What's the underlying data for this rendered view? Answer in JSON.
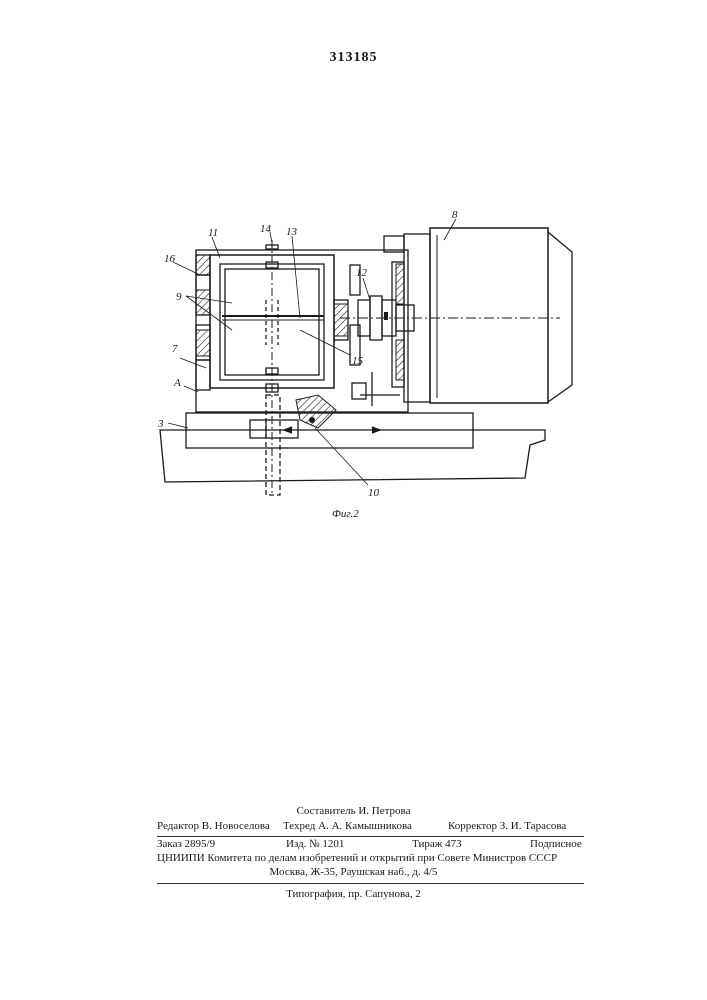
{
  "patent_number": "313185",
  "figure_caption": "Фиг.2",
  "labels": {
    "l16": "16",
    "l11": "11",
    "l14": "14",
    "l13": "13",
    "l8": "8",
    "l9": "9",
    "l12": "12",
    "l7": "7",
    "l15": "15",
    "lA": "А",
    "l3": "3",
    "l10": "10"
  },
  "imprint": {
    "compiler": "Составитель И. Петрова",
    "editor": "Редактор В. Новоселова",
    "tech_editor": "Техред А. А. Камышникова",
    "proofreader": "Корректор З. И. Тарасова",
    "order": "Заказ 2895/9",
    "publication": "Изд. № 1201",
    "circulation": "Тираж 473",
    "subscription": "Подписное",
    "institute": "ЦНИИПИ Комитета по делам изобретений и открытий при Совете Министров СССР",
    "address": "Москва, Ж-35, Раушская наб., д. 4/5",
    "printer": "Типография, пр. Сапунова, 2"
  }
}
